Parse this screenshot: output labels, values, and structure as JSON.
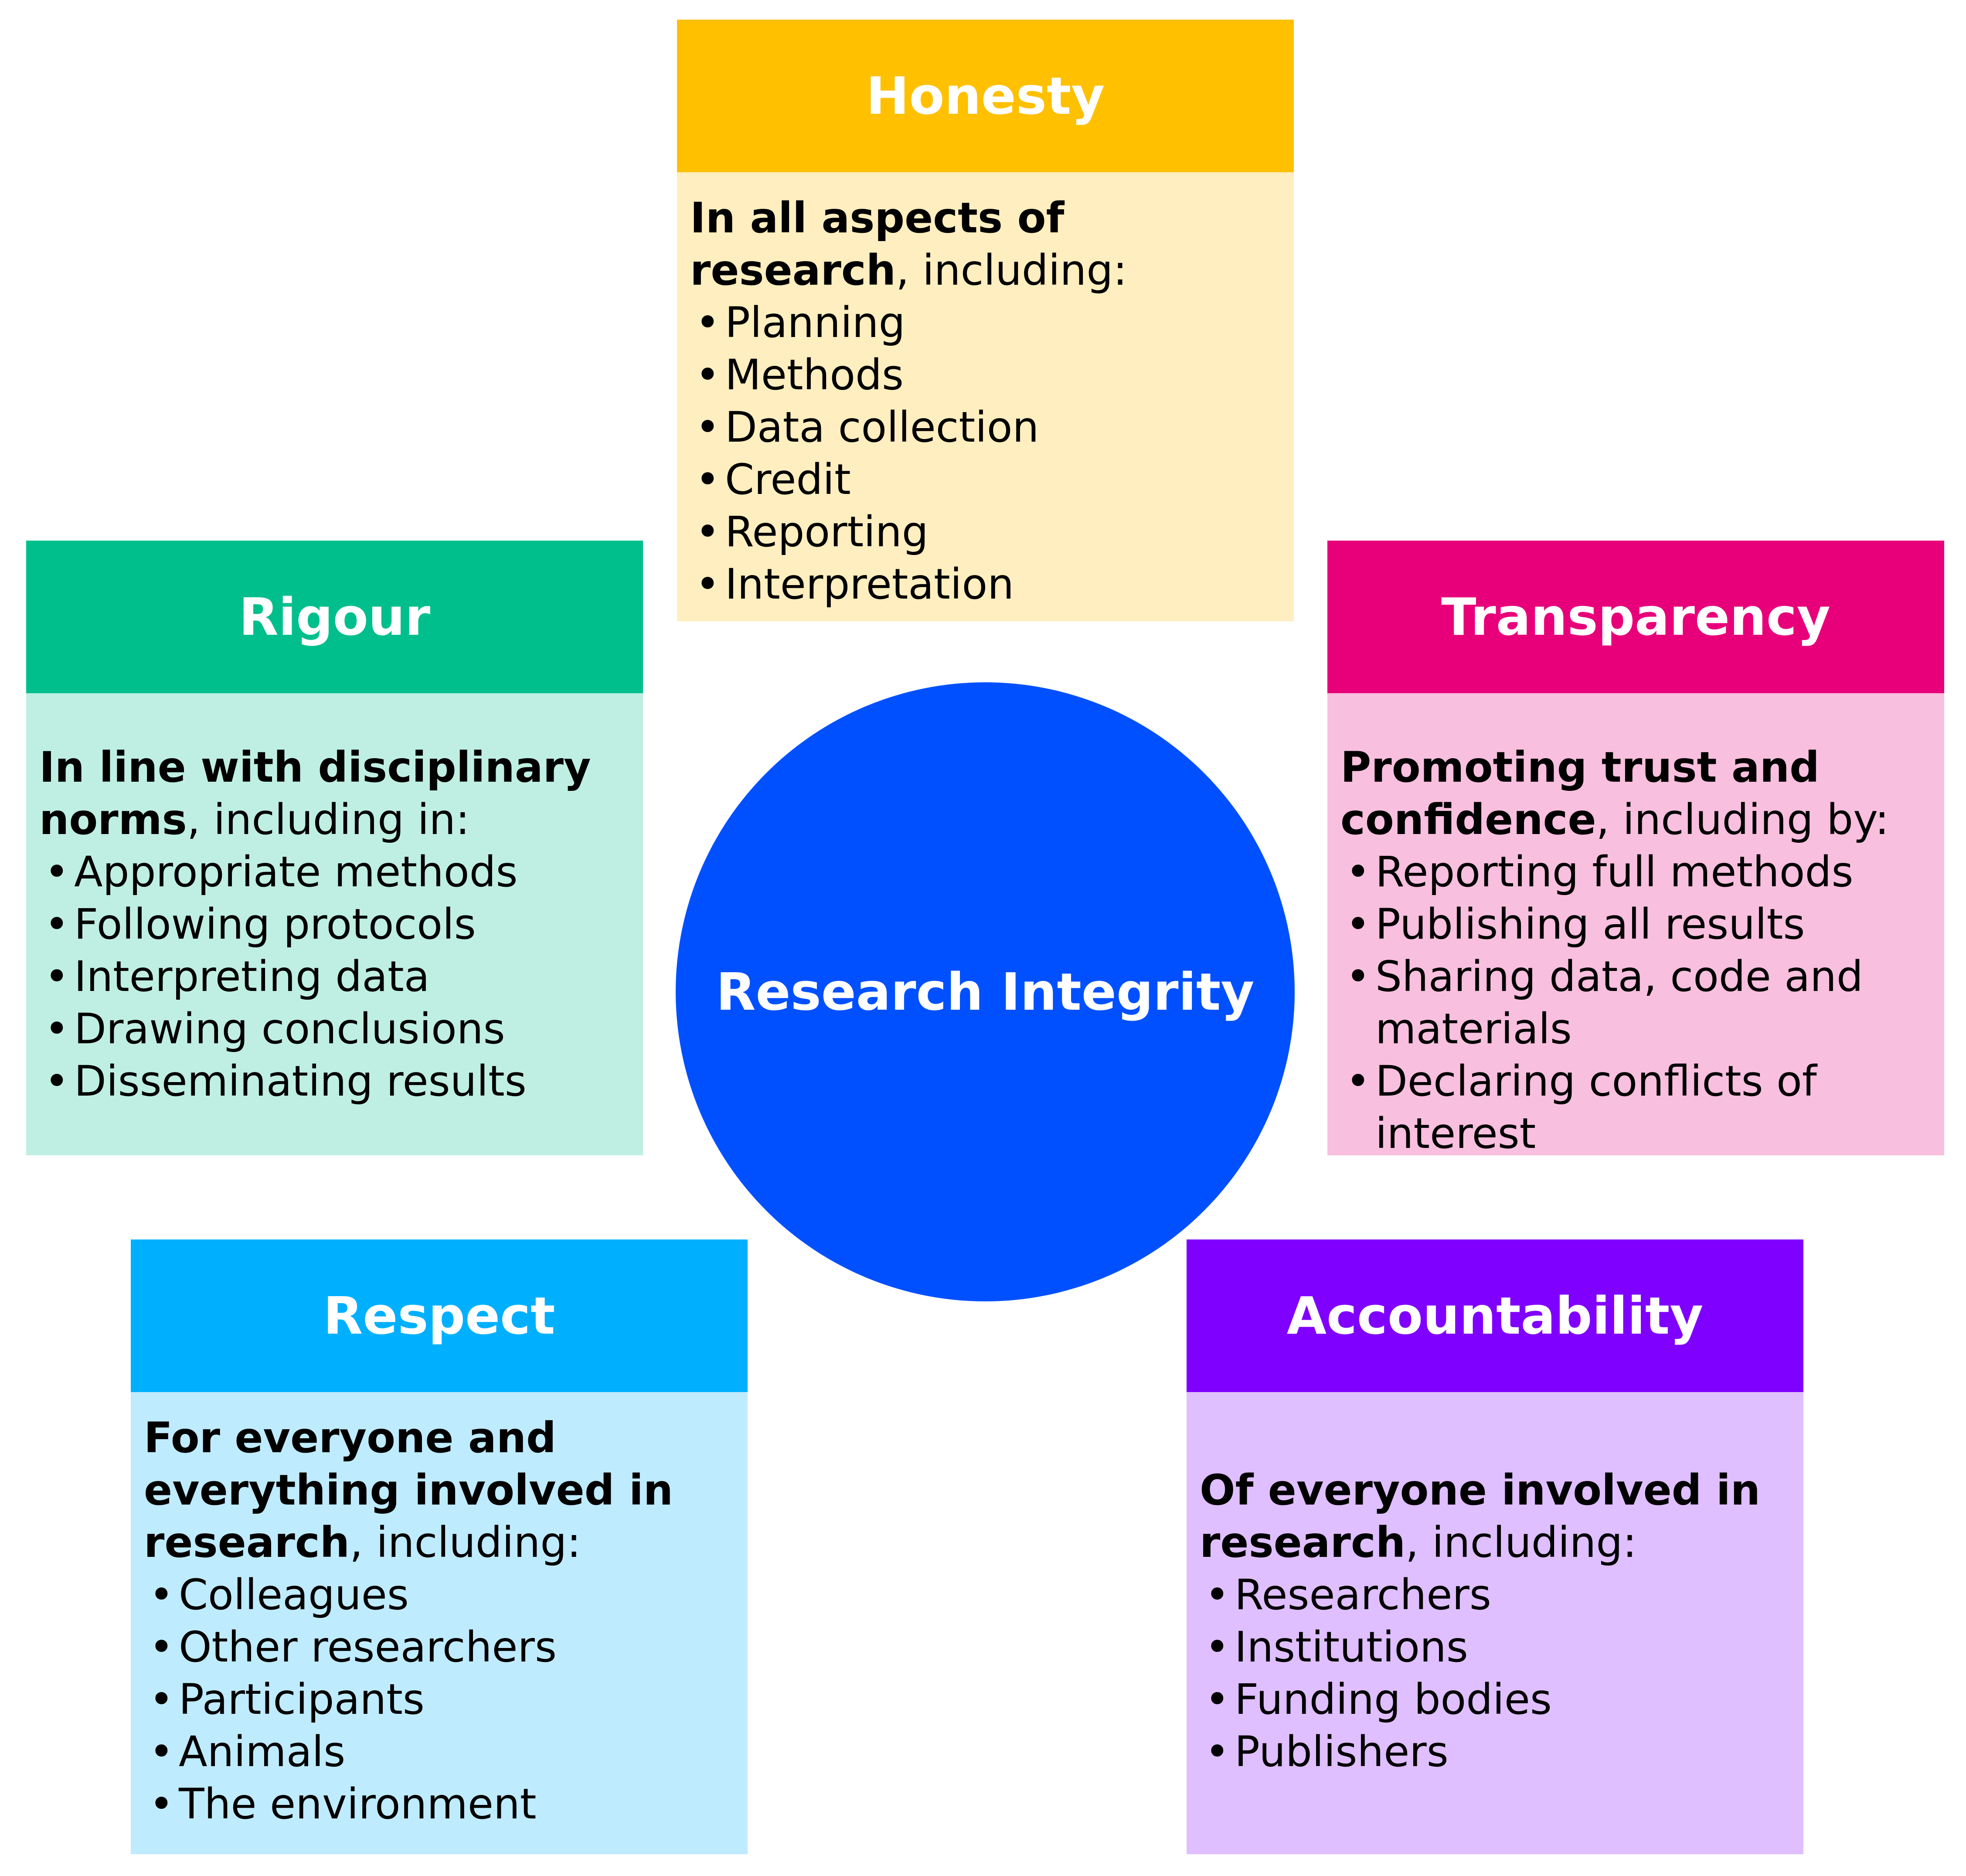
{
  "center": {
    "label": "Research Integrity",
    "color": "#0050FF"
  },
  "cards": {
    "honesty": {
      "title": "Honesty",
      "header_color": "#FFC000",
      "body_color": "#FFEEBF",
      "intro_bold": "In all aspects of research",
      "intro_rest": ", including:",
      "items": [
        "Planning",
        "Methods",
        "Data collection",
        "Credit",
        "Reporting",
        "Interpretation"
      ]
    },
    "rigour": {
      "title": "Rigour",
      "header_color": "#00BF8C",
      "body_color": "#BFEFE2",
      "intro_bold": "In line with disciplinary norms",
      "intro_rest": ", including in:",
      "items": [
        "Appropriate methods",
        "Following protocols",
        "Interpreting data",
        "Drawing conclusions",
        "Disseminating results"
      ]
    },
    "transparency": {
      "title": "Transparency",
      "header_color": "#E8007A",
      "body_color": "#F8BFDE",
      "intro_bold": "Promoting trust and confidence",
      "intro_rest": ", including by:",
      "items": [
        "Reporting full methods",
        "Publishing all results",
        "Sharing data, code and materials",
        "Declaring conflicts of interest"
      ]
    },
    "respect": {
      "title": "Respect",
      "header_color": "#00B0FF",
      "body_color": "#BFEBFF",
      "intro_bold": "For everyone and everything involved in research",
      "intro_rest": ", including:",
      "items": [
        "Colleagues",
        "Other researchers",
        "Participants",
        "Animals",
        "The environment"
      ]
    },
    "accountability": {
      "title": "Accountability",
      "header_color": "#8000FF",
      "body_color": "#DFBFFF",
      "intro_bold": "Of everyone involved in research",
      "intro_rest": ", including:",
      "items": [
        "Researchers",
        "Institutions",
        "Funding bodies",
        "Publishers"
      ]
    }
  }
}
